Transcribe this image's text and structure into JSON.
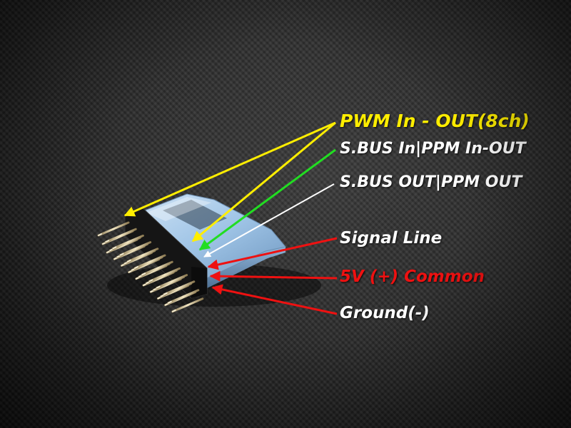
{
  "labels": {
    "pwm": {
      "text": "PWM In - OUT(8ch)",
      "color": "#ffee00"
    },
    "sbus_in": {
      "text": "S.BUS In|PPM In-OUT",
      "color": "#ffffff"
    },
    "sbus_out": {
      "text": "S.BUS OUT|PPM OUT",
      "color": "#ffffff"
    },
    "signal": {
      "text": "Signal Line",
      "color": "#ffffff"
    },
    "five_v": {
      "text": "5V (+) Common",
      "color": "#ee1111"
    },
    "ground": {
      "text": "Ground(-)",
      "color": "#ffffff"
    }
  },
  "arrow_colors": {
    "pwm": "#ffee00",
    "sbus_in": "#22dd22",
    "sbus_out": "#ffffff",
    "power": "#ee1111"
  },
  "device": {
    "pin_rows": 3,
    "pin_columns": 10,
    "board_color": "#9fc4e6",
    "header_color": "#1a1a1a",
    "pin_color": "#d9c89a"
  }
}
